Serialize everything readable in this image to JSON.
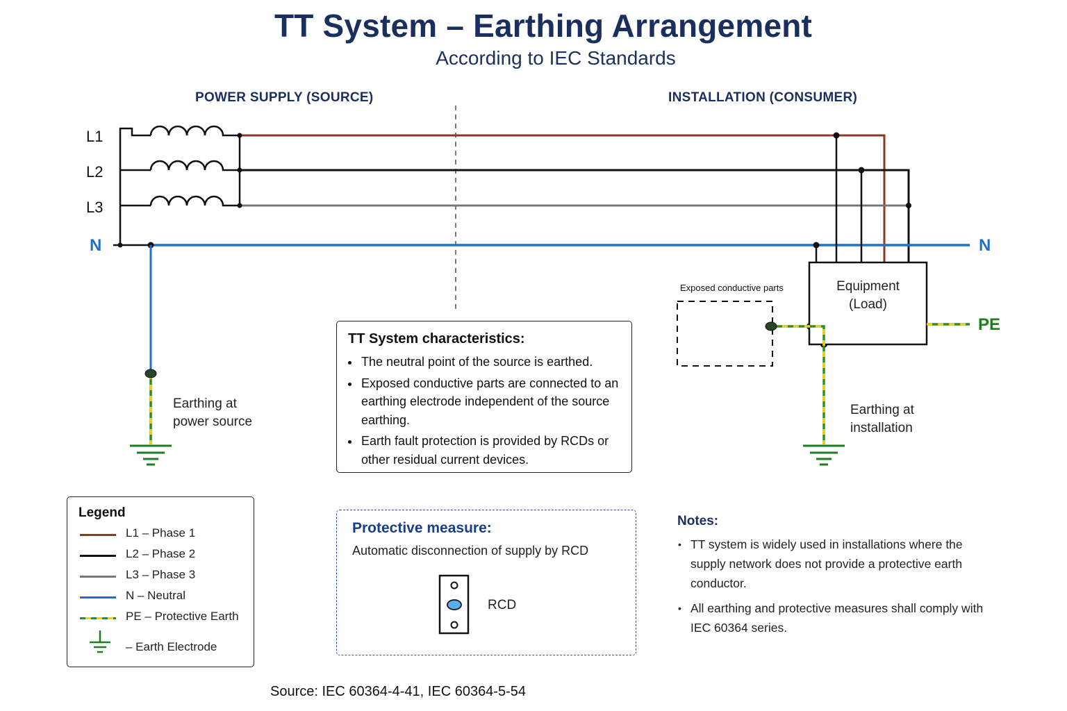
{
  "header": {
    "title": "TT System – Earthing Arrangement",
    "subtitle": "According to IEC Standards"
  },
  "sections": {
    "source": "POWER SUPPLY (SOURCE)",
    "installation": "INSTALLATION (CONSUMER)"
  },
  "conductors": {
    "l1": "L1",
    "l2": "L2",
    "l3": "L3",
    "n_left": "N",
    "n_right": "N",
    "pe": "PE"
  },
  "labels": {
    "earthing_source_1": "Earthing at",
    "earthing_source_2": "power source",
    "earthing_install_1": "Earthing at",
    "earthing_install_2": "installation",
    "exposed_parts": "Exposed conductive parts",
    "equipment_1": "Equipment",
    "equipment_2": "(Load)"
  },
  "characteristics": {
    "title": "TT System characteristics:",
    "items": [
      "The neutral point of the source is earthed.",
      "Exposed conductive parts are connected to an earthing electrode independent of the source earthing.",
      "Earth fault protection is provided by RCDs or other residual current devices."
    ]
  },
  "protective": {
    "title": "Protective measure:",
    "text": "Automatic disconnection of supply by RCD",
    "device_label": "RCD"
  },
  "legend": {
    "title": "Legend",
    "items": [
      {
        "label": "L1 – Phase 1",
        "color": "#8b3a1e"
      },
      {
        "label": "L2 – Phase 2",
        "color": "#111111"
      },
      {
        "label": "L3 – Phase 3",
        "color": "#777777"
      },
      {
        "label": "N – Neutral",
        "color": "#1f6fd1"
      },
      {
        "label": "PE – Protective Earth",
        "color": "#2e8b2e"
      },
      {
        "label": "– Earth Electrode",
        "color": "#1e7d1e"
      }
    ]
  },
  "notes": {
    "title": "Notes:",
    "items": [
      "TT system is widely used in installations where the supply network does not provide a protective earth conductor.",
      "All earthing and protective measures shall comply with IEC 60364 series."
    ]
  },
  "footer": {
    "source": "Source: IEC 60364-4-41, IEC 60364-5-54"
  },
  "colors": {
    "l1": "#8b3a1e",
    "l2": "#111111",
    "l3": "#777777",
    "neutral": "#1f6fd1",
    "pe_green": "#2e8b2e",
    "pe_yellow": "#e8d21a",
    "title": "#1b2f5e"
  }
}
